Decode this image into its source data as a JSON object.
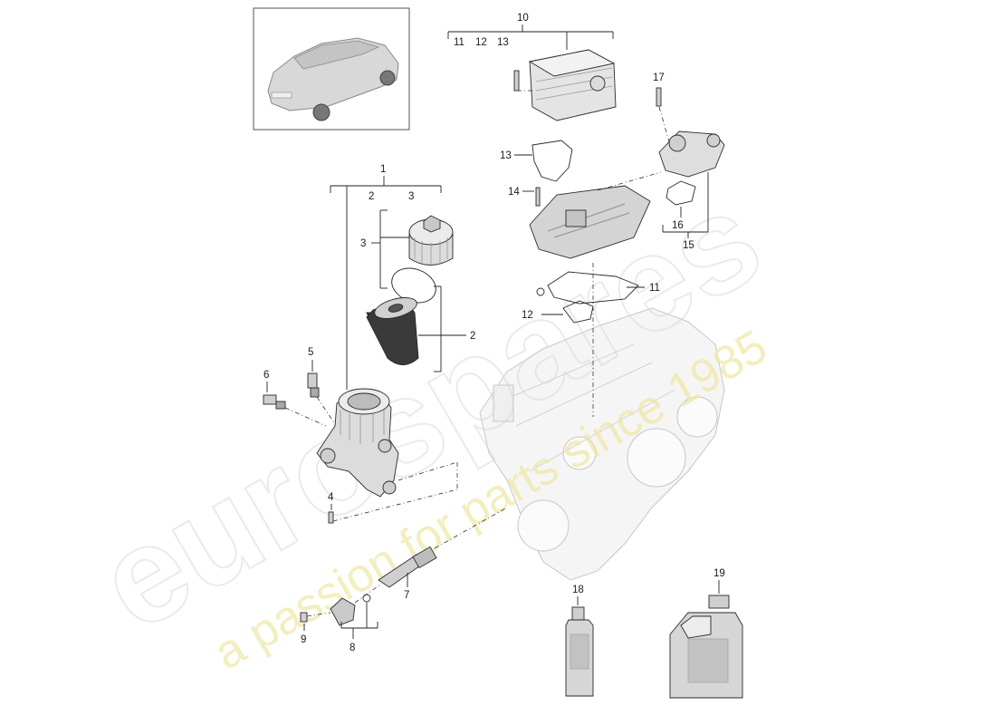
{
  "watermark": {
    "brand": "eurospares",
    "tagline": "a passion for parts since 1985"
  },
  "callouts": {
    "c1": "1",
    "c2": "2",
    "c2b": "2",
    "c3": "3",
    "c3b": "3",
    "c4": "4",
    "c5": "5",
    "c6": "6",
    "c7": "7",
    "c8": "8",
    "c9": "9",
    "c10": "10",
    "c11": "11",
    "c11b": "11",
    "c12": "12",
    "c12b": "12",
    "c13": "13",
    "c13b": "13",
    "c14": "14",
    "c15": "15",
    "c16": "16",
    "c17": "17",
    "c18": "18",
    "c19": "19"
  },
  "colors": {
    "part_fill": "#e6e6e6",
    "part_dark": "#bdbdbd",
    "engine_fill": "#f0f0f0",
    "watermark_gray": "#d9d9d9",
    "watermark_yellow": "#efe7a0"
  }
}
